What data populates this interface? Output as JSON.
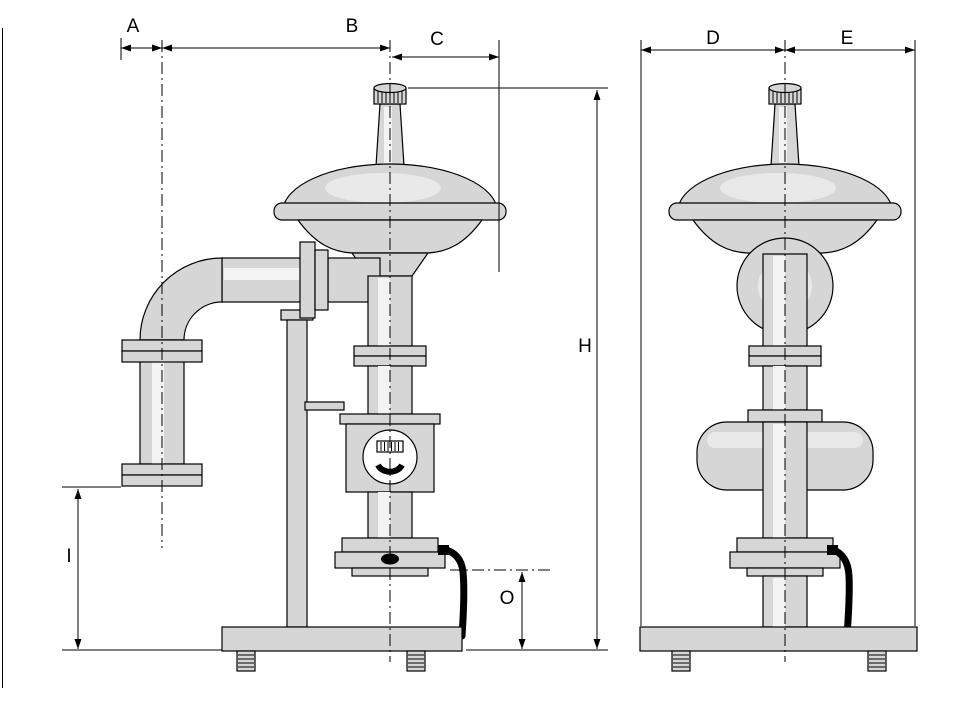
{
  "dimension_labels": {
    "A": "A",
    "B": "B",
    "C": "C",
    "D": "D",
    "E": "E",
    "H": "H",
    "I": "I",
    "O": "O"
  },
  "colors": {
    "background": "#ffffff",
    "outline": "#000000",
    "metal_light": "#d6d6d6",
    "metal_highlight": "#f3f3f3",
    "handle_black": "#000000"
  }
}
